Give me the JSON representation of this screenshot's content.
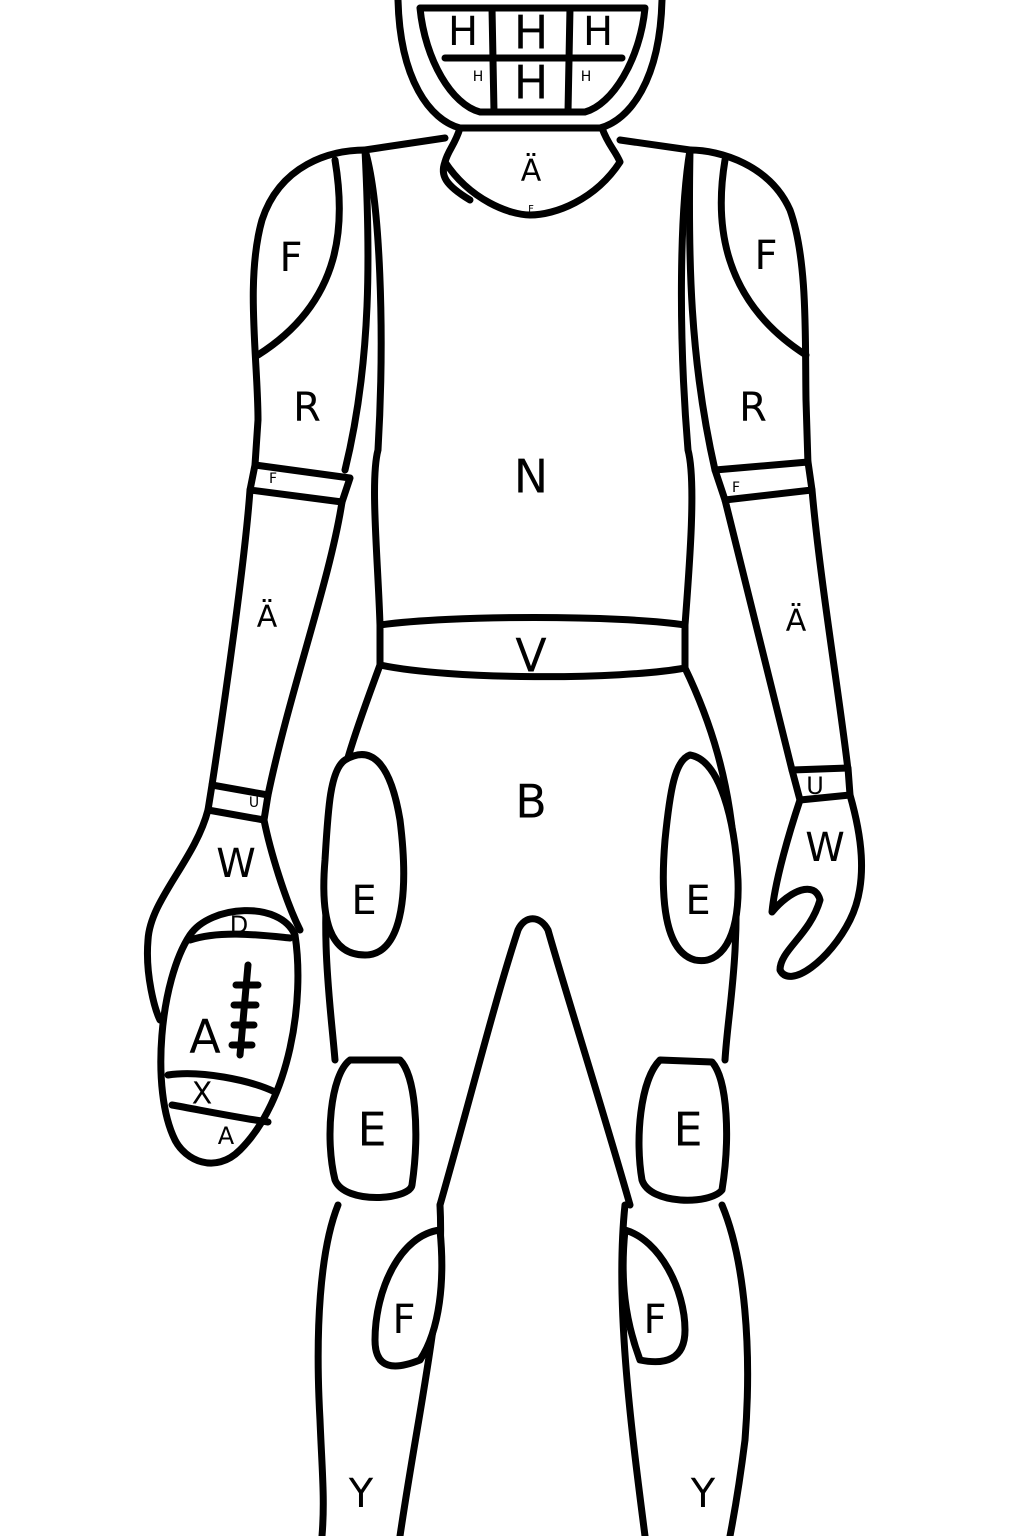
{
  "labels": {
    "face_h1": "H",
    "face_h2": "H",
    "face_h3": "H",
    "face_h4": "H",
    "face_h5": "H",
    "face_h6": "H",
    "collar": "Ä",
    "collar_trim": "F",
    "shoulder_left": "F",
    "shoulder_right": "F",
    "upper_arm_left": "R",
    "upper_arm_right": "R",
    "arm_band_left": "F",
    "arm_band_right": "F",
    "forearm_left": "Ä",
    "forearm_right": "Ä",
    "wrist_left": "U",
    "wrist_right": "U",
    "hand_left": "W",
    "hand_right": "W",
    "torso": "N",
    "belt": "V",
    "pants": "B",
    "thigh_pad_left": "E",
    "thigh_pad_right": "E",
    "knee_pad_left": "E",
    "knee_pad_right": "E",
    "shin_left": "F",
    "shin_right": "F",
    "sock_left": "Y",
    "sock_right": "Y",
    "ball_top": "D",
    "ball_body": "A",
    "ball_stripe": "X",
    "ball_tip": "A"
  },
  "colors": {
    "outline": "#000000",
    "background": "#ffffff"
  }
}
